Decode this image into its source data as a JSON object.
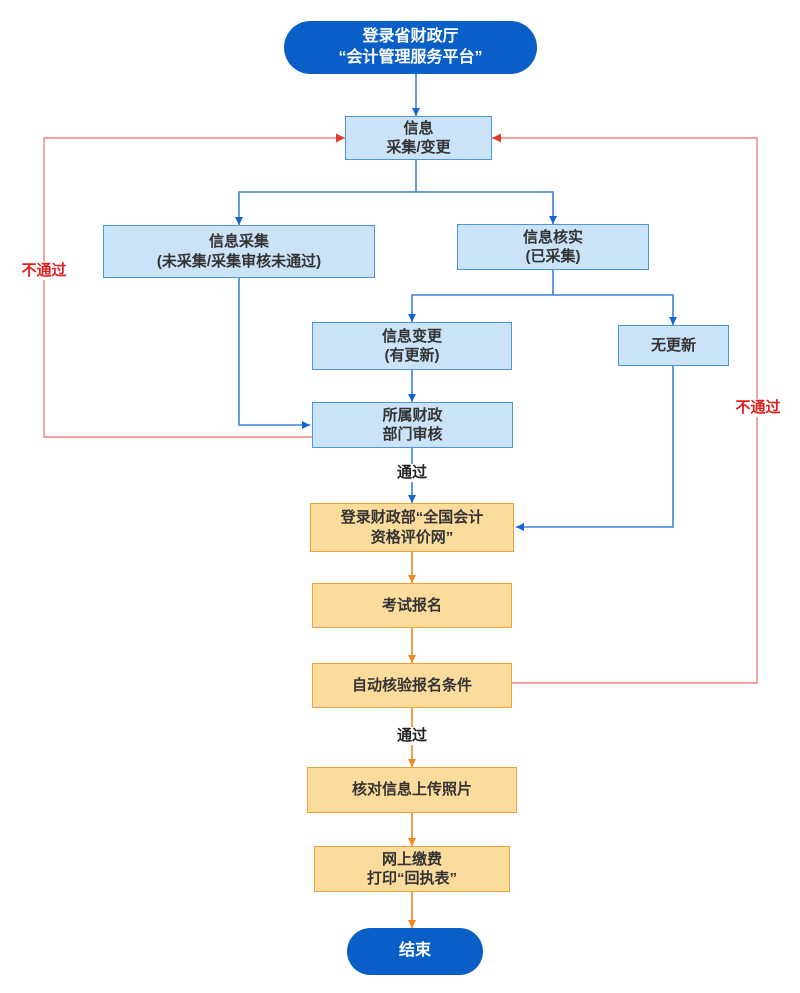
{
  "diagram": {
    "type": "flowchart",
    "colors": {
      "pill_blue": "#0a5ec8",
      "light_blue_fill": "#cbe3f8",
      "light_blue_border": "#4d96d9",
      "orange_fill": "#fcdc9c",
      "orange_border": "#f0a23c",
      "blue_connector": "#3b82d8",
      "blue_arrowhead": "#1467d2",
      "orange_connector": "#f5861f",
      "red_connector": "#ee8277",
      "red_arrowhead": "#e23b34",
      "fail_label_red": "#e02020",
      "node_text": "#333333"
    },
    "nodes": {
      "start": {
        "line1": "登录省财政厅",
        "line2": "“会计管理服务平台”"
      },
      "info_collect_change": {
        "line1": "信息",
        "line2": "采集/变更"
      },
      "info_collect": {
        "line1": "信息采集",
        "line2": "(未采集/采集审核未通过)"
      },
      "info_verify": {
        "line1": "信息核实",
        "line2": "(已采集)"
      },
      "info_update": {
        "line1": "信息变更",
        "line2": "(有更新)"
      },
      "no_update": {
        "line1": "无更新"
      },
      "finance_review": {
        "line1": "所属财政",
        "line2": "部门审核"
      },
      "login_eval": {
        "line1": "登录财政部“全国会计",
        "line2": "资格评价网”"
      },
      "exam_register": {
        "line1": "考试报名"
      },
      "auto_check": {
        "line1": "自动核验报名条件"
      },
      "verify_photo": {
        "line1": "核对信息上传照片"
      },
      "pay_print": {
        "line1": "网上缴费",
        "line2": "打印“回执表”"
      },
      "end": {
        "line1": "结束"
      }
    },
    "edge_labels": {
      "pass1": "通过",
      "pass2": "通过",
      "fail_left": "不通过",
      "fail_right": "不通过"
    }
  }
}
